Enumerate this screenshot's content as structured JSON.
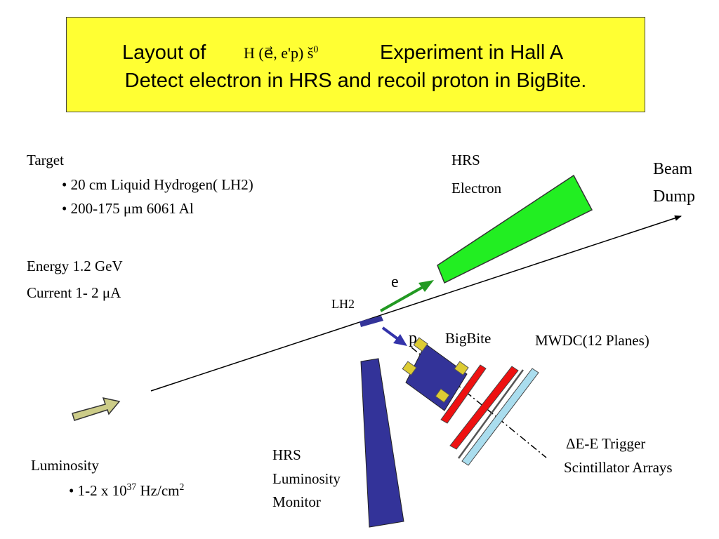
{
  "title": {
    "line1_prefix": "Layout of",
    "formula_base": "H (e⃗, e'p) š",
    "formula_sup": "0",
    "line1_suffix": "Experiment in Hall A",
    "line2": "Detect electron in HRS and recoil proton in BigBite."
  },
  "target": {
    "heading": "Target",
    "items": [
      "• 20 cm Liquid Hydrogen( LH2)",
      "• 200-175 μm 6061 Al"
    ]
  },
  "beam": {
    "energy": "Energy 1.2 GeV",
    "current": "Current 1- 2 μA"
  },
  "luminosity": {
    "heading": "Luminosity",
    "value_prefix": "• 1-2 x 10",
    "value_exp": "37",
    "value_unit": " Hz/cm",
    "value_unit_exp": "2"
  },
  "labels": {
    "hrs_electron_1": "HRS",
    "hrs_electron_2": "Electron",
    "beam_dump_1": "Beam",
    "beam_dump_2": "Dump",
    "electron": "e",
    "proton": "p",
    "target": "LH2",
    "bigbite": "BigBite",
    "mwdc": "MWDC(12 Planes)",
    "trigger_1": "ΔE-E Trigger",
    "trigger_2": "Scintillator Arrays",
    "lumi_monitor_1": "HRS",
    "lumi_monitor_2": "Luminosity",
    "lumi_monitor_3": "Monitor"
  },
  "colors": {
    "title_background": "#ffff33",
    "hrs_electron": "#22ee22",
    "electron_arrow": "#229922",
    "target": "#333399",
    "proton_arrow": "#3333aa",
    "bigbite": "#333399",
    "bigbite_magnets": "#ddcc33",
    "mwdc": "#ee1111",
    "scintillator": "#aaddee",
    "lumi_monitor": "#333399",
    "beam_arrow": "#cccc88"
  }
}
